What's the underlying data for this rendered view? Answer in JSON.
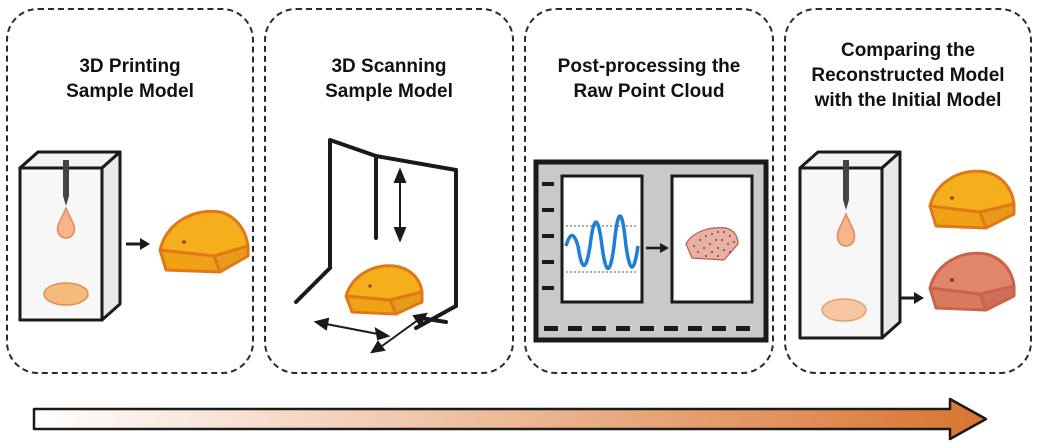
{
  "panels": [
    {
      "title_lines": [
        "3D Printing",
        "Sample Model"
      ]
    },
    {
      "title_lines": [
        "3D Scanning",
        "Sample Model"
      ]
    },
    {
      "title_lines": [
        "Post-processing the",
        "Raw Point Cloud"
      ]
    },
    {
      "title_lines": [
        "Comparing the",
        "Reconstructed Model",
        "with the Initial Model"
      ]
    }
  ],
  "colors": {
    "model_orange": "#f5ae1c",
    "model_orange_edge": "#e07818",
    "model_salmon": "#e0876a",
    "model_salmon_edge": "#c9634a",
    "signal_blue": "#1e7fd6",
    "screen_gray": "#c9c9c9",
    "arrow_start": "#ffffff",
    "arrow_end": "#d9742f"
  }
}
